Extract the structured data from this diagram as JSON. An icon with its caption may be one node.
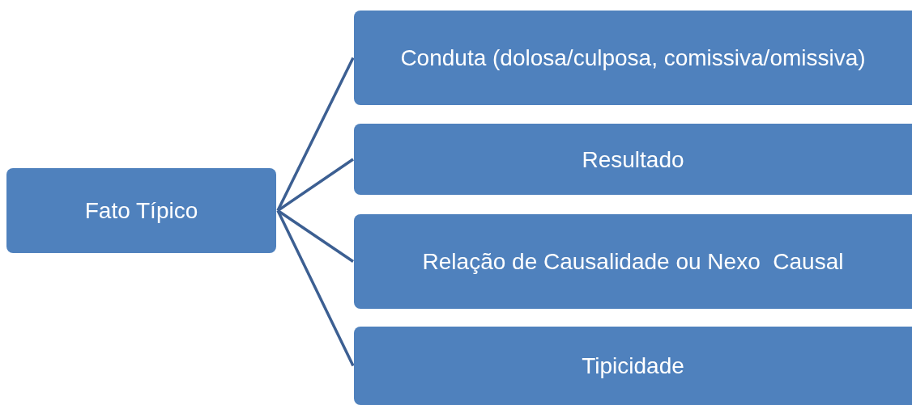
{
  "diagram": {
    "nodes": [
      {
        "text": [
          "Fato Típico"
        ]
      },
      {
        "text": [
          "Conduta (dolosa/culposa, comissiva/omissiva)"
        ]
      },
      {
        "text": [
          "Resultado"
        ]
      },
      {
        "text": [
          "Relação de Causalidade ou Nexo  Causal"
        ]
      },
      {
        "text": [
          "Tipicidade"
        ]
      }
    ],
    "edges": [
      {
        "from": 0,
        "to": 1,
        "arrow": "none"
      },
      {
        "from": 0,
        "to": 2,
        "arrow": "none"
      },
      {
        "from": 0,
        "to": 3,
        "arrow": "none"
      },
      {
        "from": 0,
        "to": 4,
        "arrow": "none"
      }
    ]
  }
}
